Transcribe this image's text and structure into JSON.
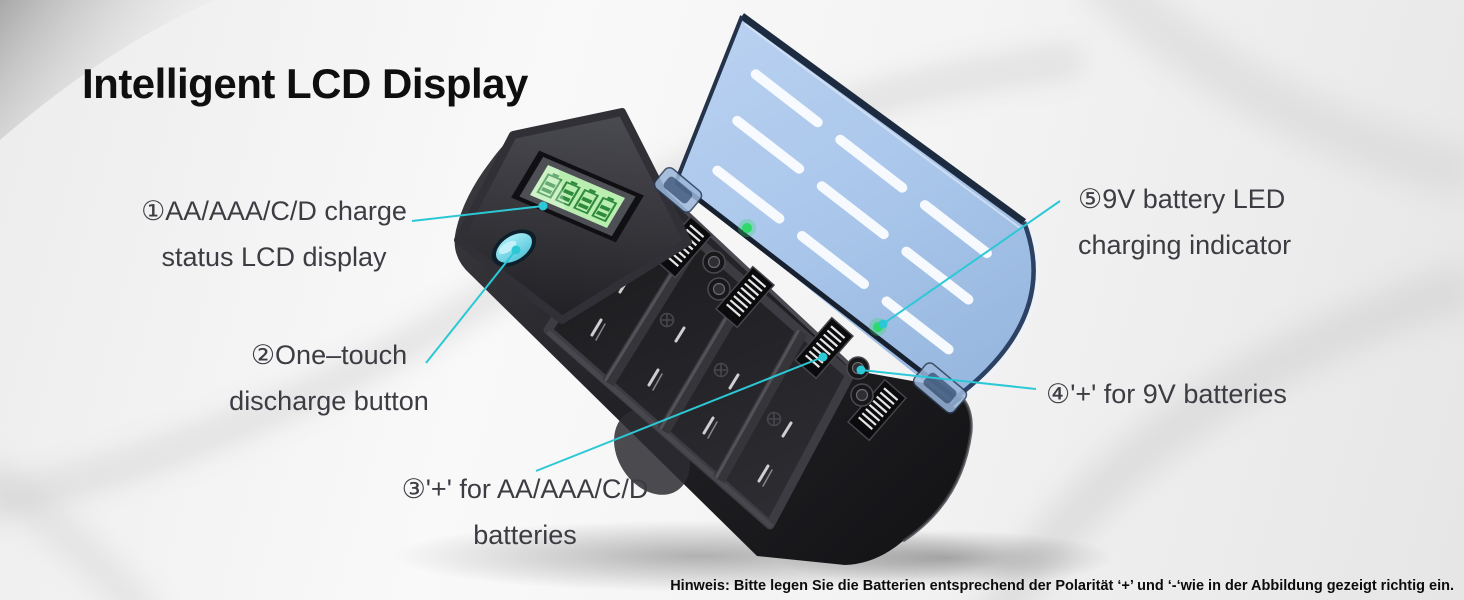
{
  "title": "Intelligent LCD Display",
  "callouts": {
    "c1": {
      "line1": "①AA/AAA/C/D charge",
      "line2": "status LCD display"
    },
    "c2": {
      "line1": "②One–touch",
      "line2": "discharge button"
    },
    "c3": {
      "line1": "③'+' for AA/AAA/C/D",
      "line2": "batteries"
    },
    "c4": {
      "line1": "④'+' for 9V batteries"
    },
    "c5": {
      "line1": "⑤9V battery LED",
      "line2": "charging indicator"
    }
  },
  "note": "Hinweis: Bitte legen Sie die Batterien entsprechend der Polarität ‘+’ und ‘-‘wie in der Abbildung gezeigt richtig ein.",
  "product": {
    "lcd_segments": 4,
    "nine_volt_slots": 2,
    "status_led_color": "#2ed96a",
    "accent_line_color": "#2cc8d6",
    "discharge_button_color": "#7edae8",
    "lid_color": "#a9c6e8",
    "lcd_backlight_color": "#b9eeb0"
  }
}
